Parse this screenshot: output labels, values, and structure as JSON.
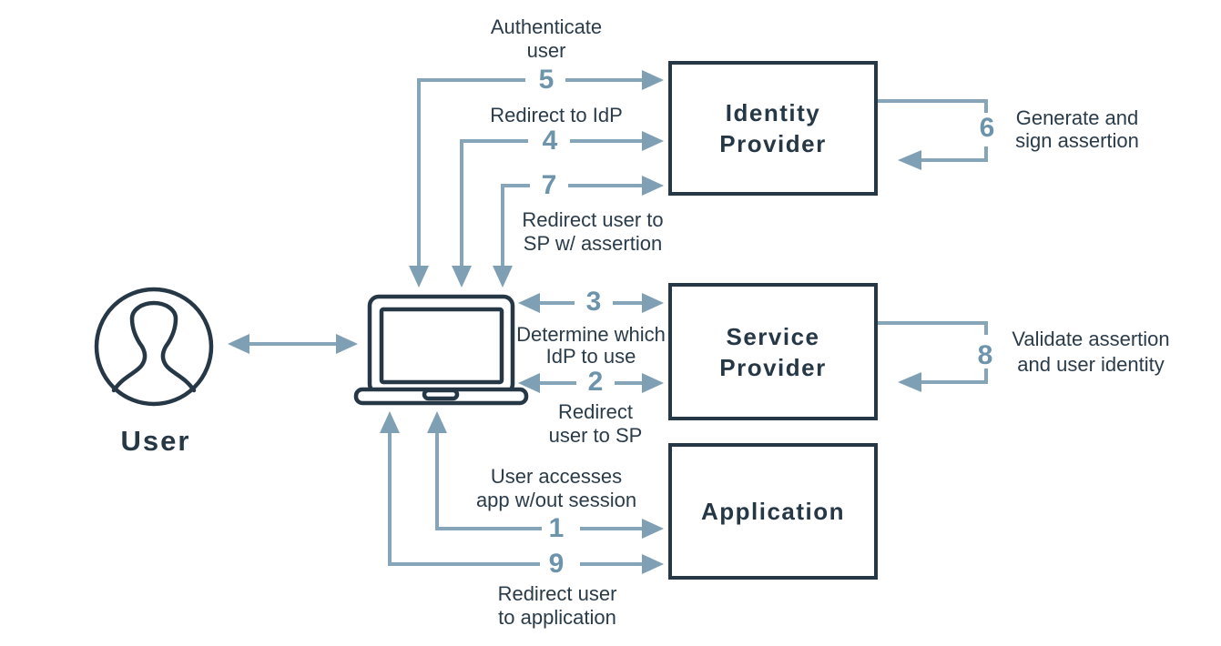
{
  "diagram": {
    "user": {
      "label": "User",
      "icon": "user-circle-icon"
    },
    "browser": {
      "icon": "laptop-icon"
    },
    "boxes": [
      {
        "id": "identity-provider",
        "lines": [
          "Identity",
          "Provider"
        ]
      },
      {
        "id": "service-provider",
        "lines": [
          "Service",
          "Provider"
        ]
      },
      {
        "id": "application",
        "lines": [
          "Application"
        ]
      }
    ],
    "steps": [
      {
        "n": "1",
        "lines": [
          "User accesses",
          "app w/out session"
        ]
      },
      {
        "n": "2",
        "lines": [
          "Redirect",
          "user to SP"
        ]
      },
      {
        "n": "3",
        "lines": [
          "Determine which",
          "IdP to use"
        ]
      },
      {
        "n": "4",
        "lines": [
          "Redirect to IdP",
          ""
        ]
      },
      {
        "n": "5",
        "lines": [
          "Authenticate",
          "user"
        ]
      },
      {
        "n": "6",
        "lines": [
          "Generate and",
          "sign assertion"
        ]
      },
      {
        "n": "7",
        "lines": [
          "Redirect user to",
          "SP w/ assertion"
        ]
      },
      {
        "n": "8",
        "lines": [
          "Validate assertion",
          "and user identity"
        ]
      },
      {
        "n": "9",
        "lines": [
          "Redirect user",
          "to application"
        ]
      }
    ],
    "colors": {
      "outline_dark": "#263746",
      "label_text": "#2a3b4a",
      "arrow_line": "#87a5b9",
      "arrow_head": "#7e9fb4",
      "step_number": "#6d94ab",
      "background": "#ffffff"
    }
  }
}
